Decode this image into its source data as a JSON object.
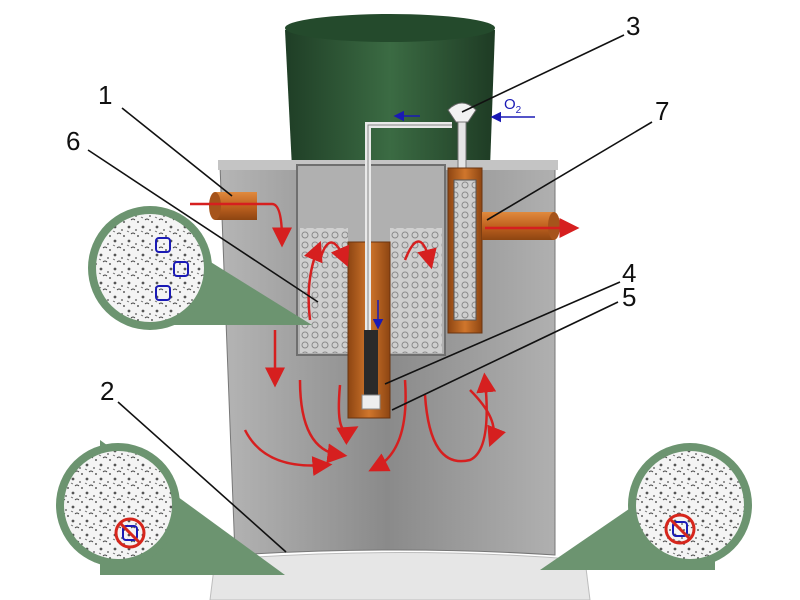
{
  "callouts": [
    {
      "id": "1",
      "label": "1"
    },
    {
      "id": "2",
      "label": "2"
    },
    {
      "id": "3",
      "label": "3"
    },
    {
      "id": "4",
      "label": "4"
    },
    {
      "id": "5",
      "label": "5"
    },
    {
      "id": "6",
      "label": "6"
    },
    {
      "id": "7",
      "label": "7"
    }
  ],
  "oxygen": {
    "symbol": "O",
    "subscript": "2"
  },
  "colors": {
    "tank_lid": "#2f5a36",
    "tank_body": "#8e8e8e",
    "inner_chamber": "#a3a3a3",
    "base": "#dcdcdc",
    "pipe_orange": "#c9702a",
    "flow_arrow": "#d61f1f",
    "oxygen_blue": "#1a1ab5",
    "zoom_green": "#6c9470",
    "prohibit_red": "#d6261c"
  },
  "icons": {
    "inlet": "inlet-pipe-icon",
    "outlet": "outlet-pipe-icon",
    "aerator": "air-compressor-icon",
    "no_oxygen": "no-oxygen-icon"
  }
}
